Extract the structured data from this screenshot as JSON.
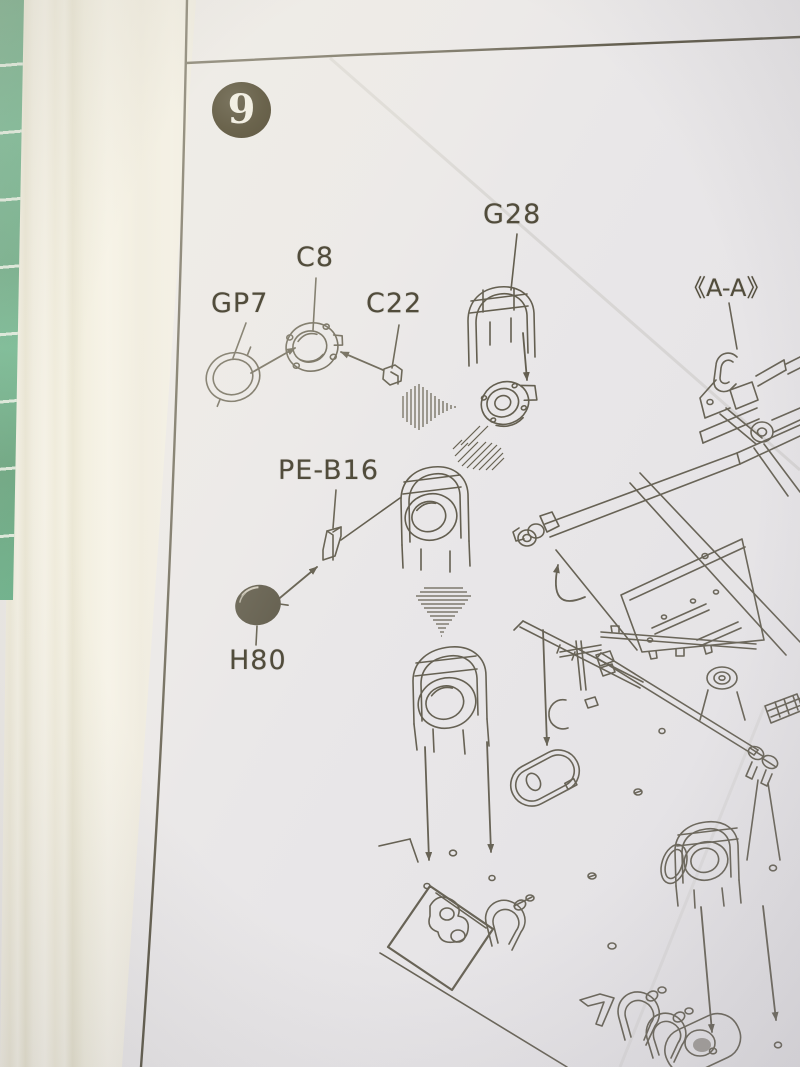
{
  "step": {
    "number": "9"
  },
  "labels": {
    "gp7": "GP7",
    "c8": "C8",
    "c22": "C22",
    "g28": "G28",
    "pe_b16": "PE-B16",
    "h80": "H80",
    "section_aa": "《A-A》"
  },
  "colors": {
    "ink": "#5b5646",
    "paper": "#e9e7e8",
    "badge_fill": "#6b644d",
    "badge_text": "#f2efe3",
    "cutting_mat_green": "#2f9763",
    "page_edge_cream": "#f0edda"
  }
}
